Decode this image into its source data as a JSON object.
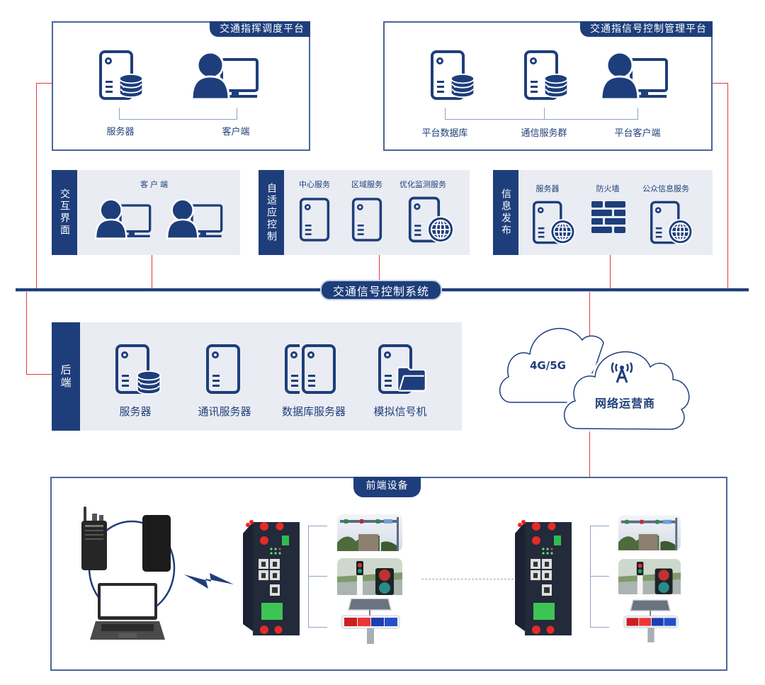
{
  "colors": {
    "primary": "#1e3e7b",
    "frame_border": "#4a669a",
    "panel_bg": "#e9ecf2",
    "link_red": "#e5373d",
    "connector": "#8fa3c4"
  },
  "top_left_platform": {
    "title": "交通指挥调度平台",
    "nodes": [
      {
        "label": "服务器",
        "icon": "database-server-icon"
      },
      {
        "label": "客户端",
        "icon": "user-computer-icon"
      }
    ]
  },
  "top_right_platform": {
    "title": "交通指信号控制管理平台",
    "nodes": [
      {
        "label": "平台数据库",
        "icon": "database-server-icon"
      },
      {
        "label": "通信服务群",
        "icon": "database-server-icon"
      },
      {
        "label": "平台客户端",
        "icon": "user-computer-icon"
      }
    ]
  },
  "interaction_panel": {
    "side_label": "交互界面",
    "caption": "客户端",
    "nodes": [
      {
        "icon": "user-computer-icon"
      },
      {
        "icon": "user-computer-icon"
      }
    ]
  },
  "adaptive_panel": {
    "side_label": "自适应控制",
    "nodes": [
      {
        "label": "中心服务",
        "icon": "server-icon"
      },
      {
        "label": "区域服务",
        "icon": "server-icon"
      },
      {
        "label": "优化监测服务",
        "icon": "web-server-icon"
      }
    ]
  },
  "publish_panel": {
    "side_label": "信息发布",
    "nodes": [
      {
        "label": "服务器",
        "icon": "web-server-icon"
      },
      {
        "label": "防火墙",
        "icon": "firewall-icon"
      },
      {
        "label": "公众信息服务",
        "icon": "web-server-icon"
      }
    ]
  },
  "bus": {
    "label": "交通信号控制系统"
  },
  "backend_panel": {
    "side_label": "后端",
    "nodes": [
      {
        "label": "服务器",
        "icon": "database-server-icon"
      },
      {
        "label": "通讯服务器",
        "icon": "server-icon"
      },
      {
        "label": "数据库服务器",
        "icon": "dual-server-icon"
      },
      {
        "label": "模拟信号机",
        "icon": "folder-server-icon"
      }
    ]
  },
  "clouds": {
    "network_label": "4G/5G",
    "operator_label": "网络运营商",
    "operator_icon": "signal-tower-icon"
  },
  "frontend": {
    "title": "前端设备",
    "terminals": [
      "walkie-talkie",
      "smartphone",
      "laptop"
    ],
    "gateway_groups": [
      {
        "devices": [
          "traffic-signal-gantry",
          "pedestrian-traffic-light",
          "solar-warning-light"
        ]
      },
      {
        "devices": [
          "traffic-signal-gantry",
          "pedestrian-traffic-light",
          "solar-warning-light"
        ]
      }
    ]
  }
}
